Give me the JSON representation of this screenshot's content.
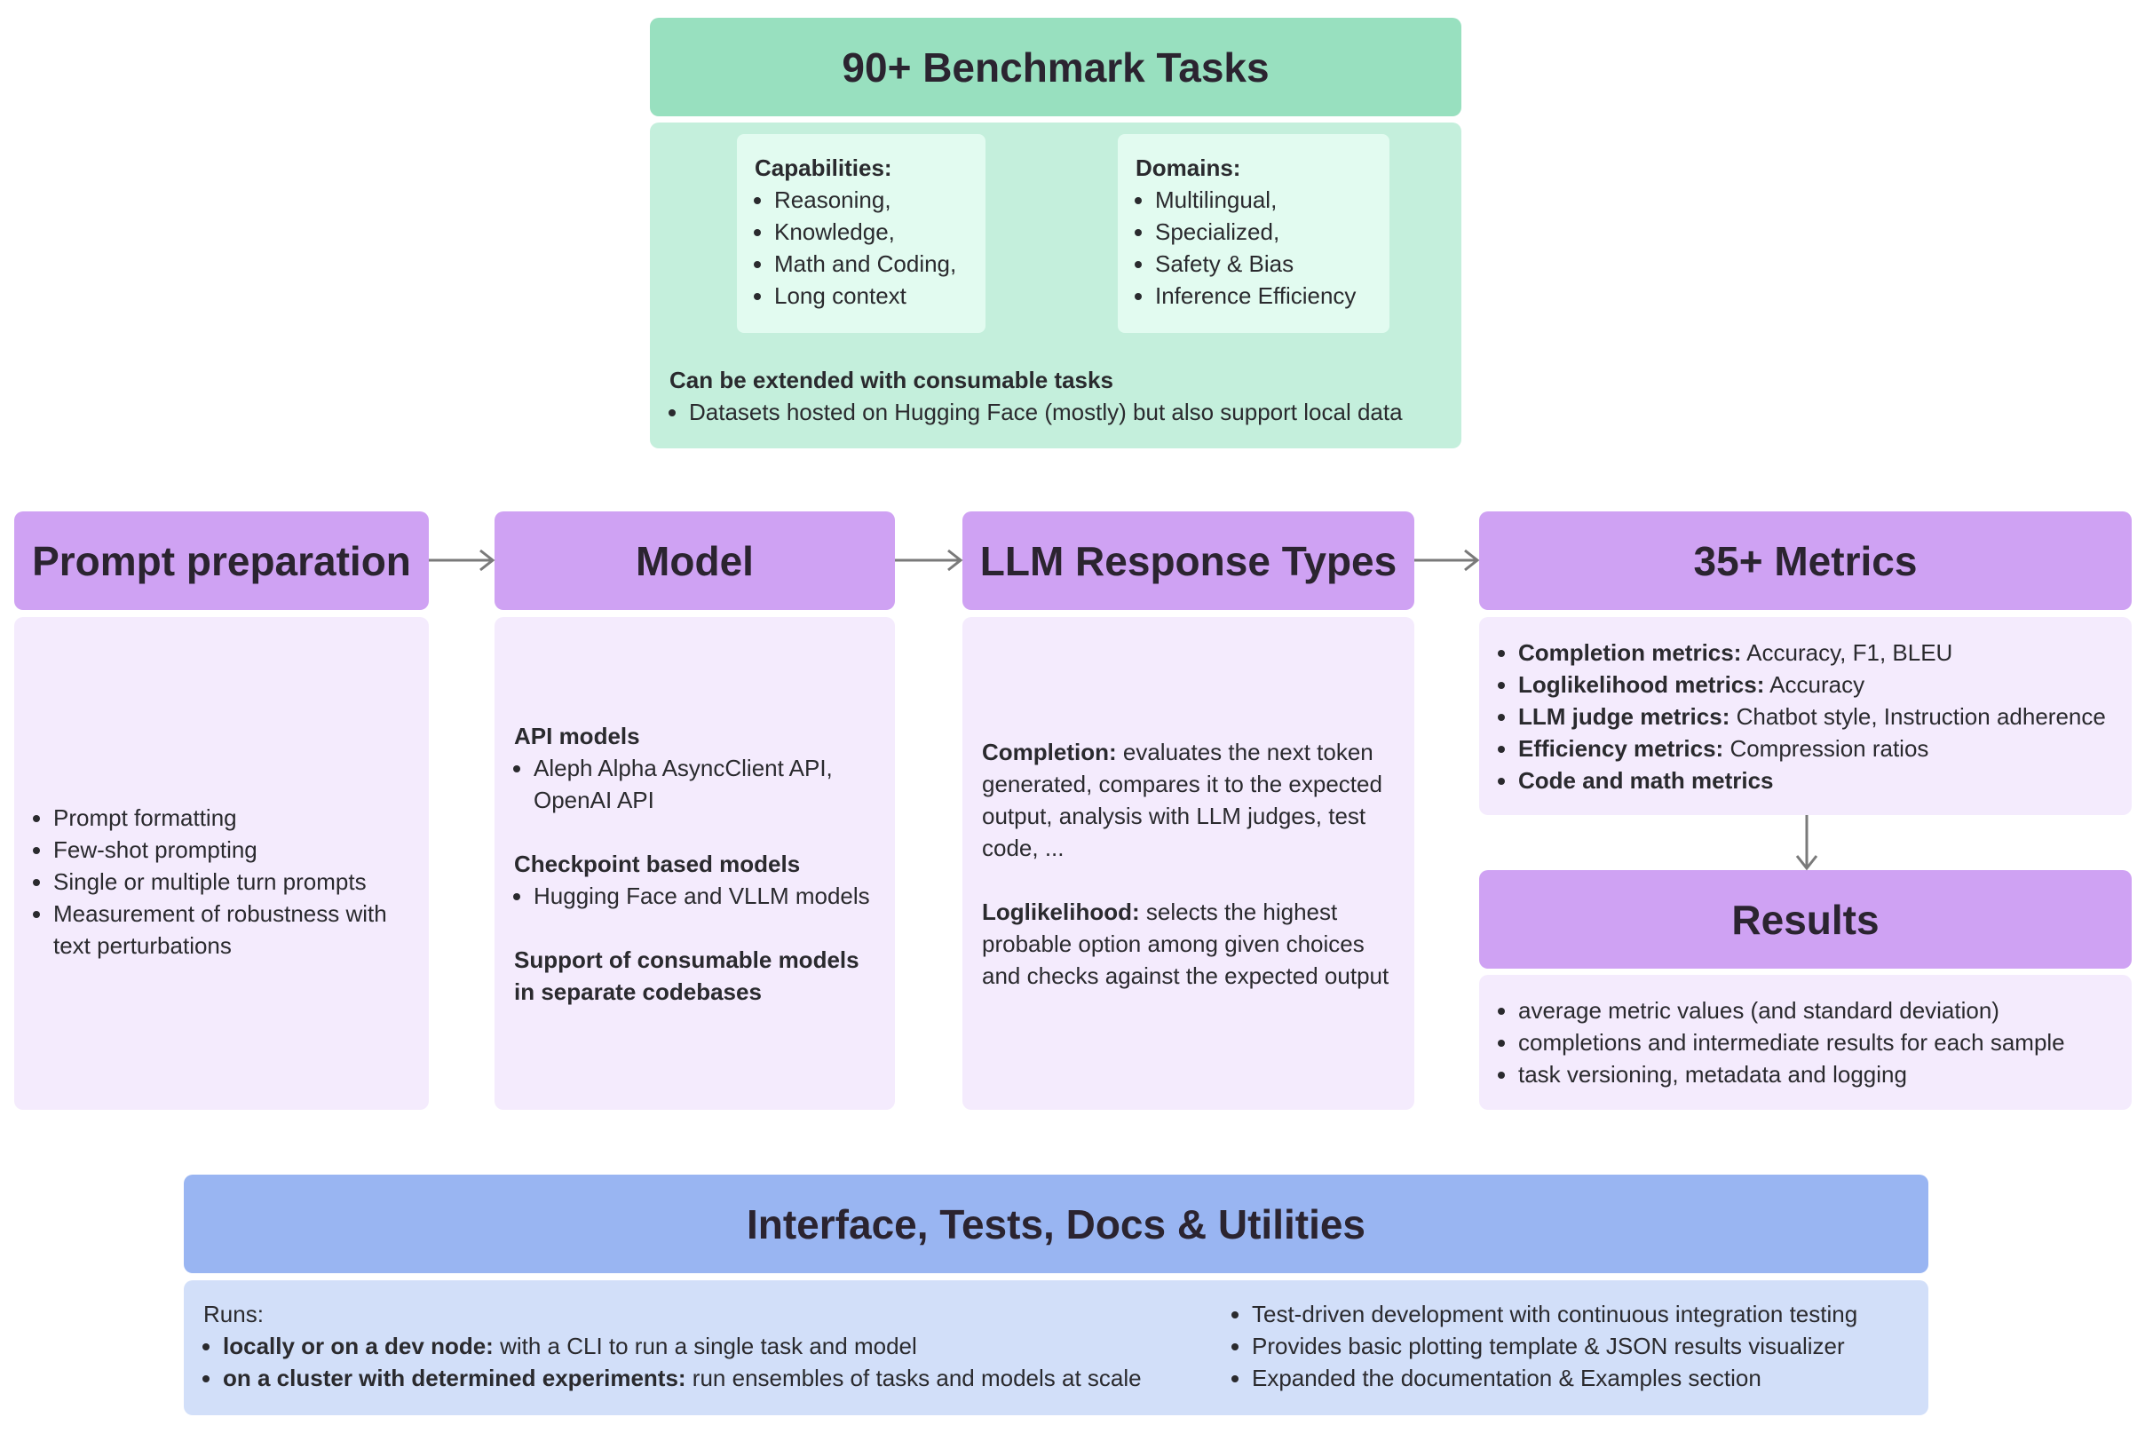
{
  "benchmark": {
    "title": "90+ Benchmark Tasks",
    "capabilities": {
      "heading": "Capabilities:",
      "items": [
        "Reasoning,",
        "Knowledge,",
        "Math and Coding,",
        "Long context"
      ]
    },
    "domains": {
      "heading": "Domains:",
      "items": [
        "Multilingual,",
        "Specialized,",
        "Safety & Bias",
        "Inference Efficiency"
      ]
    },
    "extend_heading": "Can be extended with consumable tasks",
    "extend_items": [
      "Datasets hosted on Hugging Face (mostly) but also support local data"
    ]
  },
  "prompt": {
    "title": "Prompt preparation",
    "items": [
      "Prompt formatting",
      "Few-shot prompting",
      "Single or multiple turn prompts",
      "Measurement of robustness with text perturbations"
    ]
  },
  "model": {
    "title": "Model",
    "api_heading": "API models",
    "api_items": [
      "Aleph Alpha AsyncClient API, OpenAI API"
    ],
    "ckpt_heading": "Checkpoint based models",
    "ckpt_items": [
      "Hugging Face and VLLM models"
    ],
    "support_heading": "Support of consumable models in separate codebases"
  },
  "response": {
    "title": "LLM Response Types",
    "completion_label": "Completion:",
    "completion_text": " evaluates the next token generated, compares it to the expected output, analysis with LLM judges, test code, ...",
    "loglik_label": "Loglikelihood:",
    "loglik_text": " selects the highest probable option among given choices and checks against the expected output"
  },
  "metrics": {
    "title": "35+ Metrics",
    "items": [
      {
        "label": "Completion metrics:",
        "text": " Accuracy, F1, BLEU"
      },
      {
        "label": "Loglikelihood metrics:",
        "text": " Accuracy"
      },
      {
        "label": "LLM judge metrics:",
        "text": " Chatbot style, Instruction adherence"
      },
      {
        "label": "Efficiency metrics:",
        "text": " Compression ratios"
      },
      {
        "label": "Code and math metrics",
        "text": ""
      }
    ]
  },
  "results": {
    "title": "Results",
    "items": [
      "average metric values (and standard deviation)",
      "completions and intermediate results for each sample",
      "task versioning, metadata and logging"
    ]
  },
  "interface": {
    "title": "Interface, Tests, Docs & Utilities",
    "runs_label": "Runs:",
    "runs_items": [
      {
        "label": "locally or on a dev node:",
        "text": " with a CLI to run a single task and model"
      },
      {
        "label": "on a cluster with determined experiments:",
        "text": " run ensembles of tasks and models at scale"
      }
    ],
    "right_items": [
      "Test-driven development with continuous integration testing",
      "Provides basic plotting template & JSON results visualizer",
      "Expanded the documentation & Examples section"
    ]
  },
  "colors": {
    "green_header": "#98e0bf",
    "green_body": "#c4efdc",
    "purple_header": "#cfa2f3",
    "purple_body": "#f4ebfd",
    "blue_header": "#99b5f2",
    "blue_body": "#d2dff9",
    "arrow": "#7a7a7a"
  }
}
